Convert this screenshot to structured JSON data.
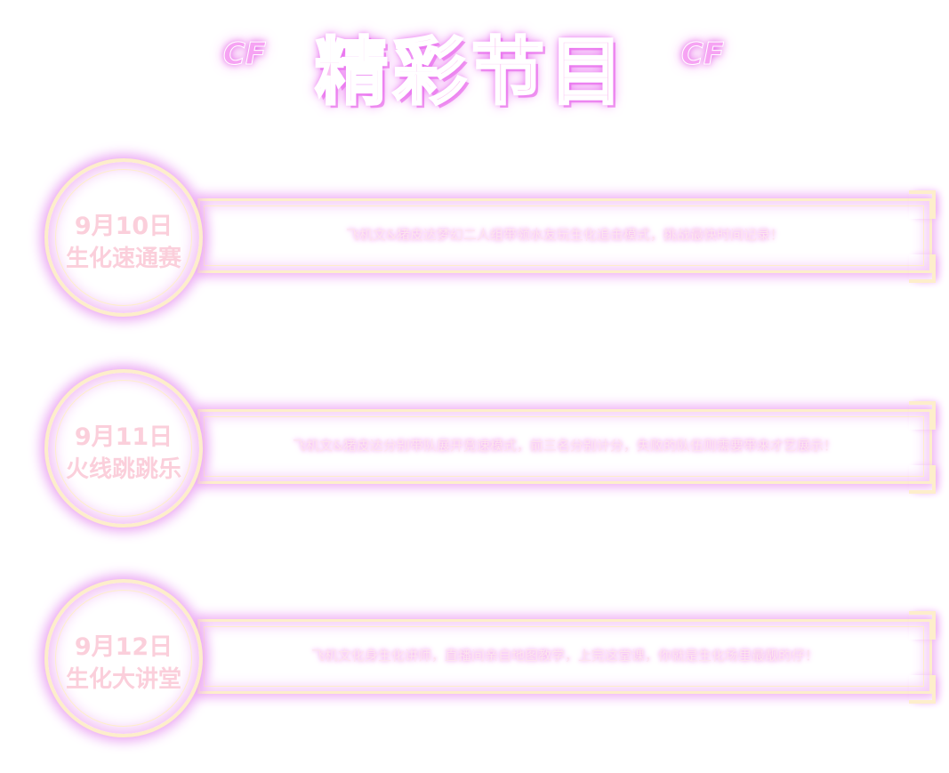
{
  "header": {
    "title": "精彩节目",
    "logo_left": "CF",
    "logo_right": "CF"
  },
  "programs": [
    {
      "date": "9月10日",
      "name": "生化速通赛",
      "description": "飞机文&猪皮达梦幻二人组带领水友玩生化追击模式，挑战最快时间记录！"
    },
    {
      "date": "9月11日",
      "name": "火线跳跳乐",
      "description": "飞机文&猪皮达分别带队展开竞速模式，前三名分别计分，失败的队伍则需要带来才艺展示！"
    },
    {
      "date": "9月12日",
      "name": "生化大讲堂",
      "description": "飞机文化身生化讲师，直播间亲自地图教学，上完这堂课，你就是生化场里最靓的仔！"
    }
  ]
}
